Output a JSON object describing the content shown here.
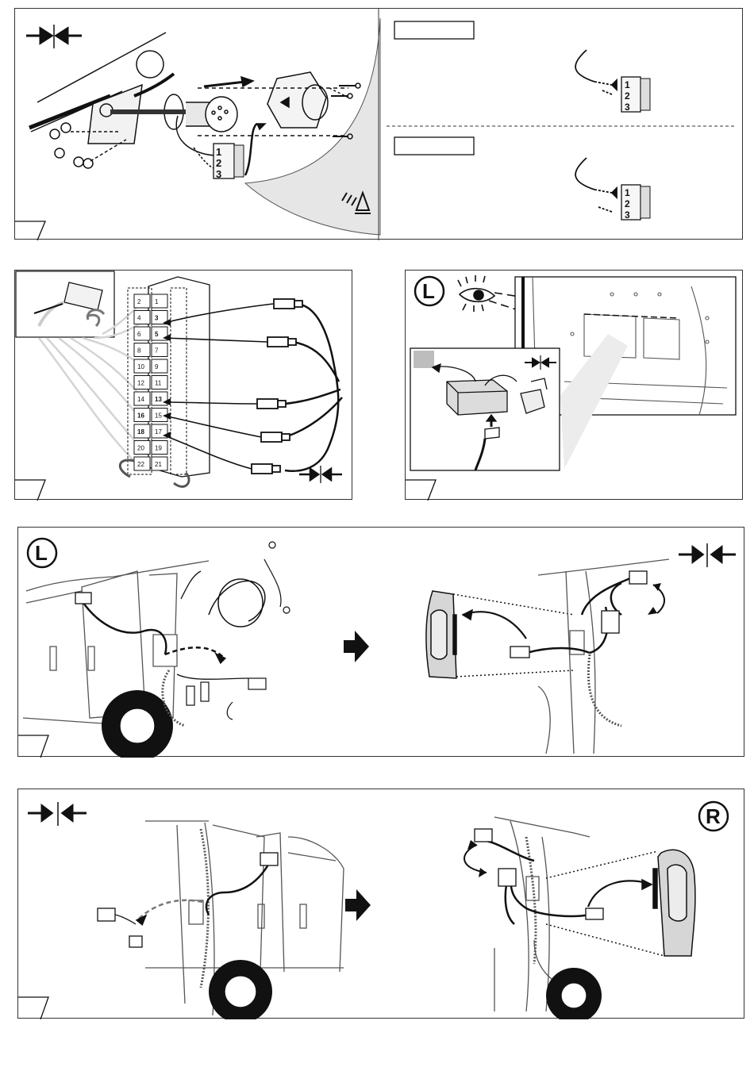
{
  "colors": {
    "line": "#111111",
    "grey_fill": "#d9d9d9",
    "light_grey": "#cfcfcf",
    "swatch": "#bdbdbd",
    "shade": "#e6e6e6"
  },
  "icons": {
    "compress": "compress-arrows-icon",
    "next_step": "next-step-arrow-icon",
    "attention": "attention-warning-icon",
    "eye": "eye-icon"
  },
  "panel1": {
    "right_labels": [
      "",
      ""
    ],
    "connector_digits": [
      "1",
      "2",
      "3"
    ]
  },
  "panel2": {
    "socket_left": [
      "2",
      "4",
      "6",
      "8",
      "10",
      "12",
      "14",
      "16",
      "18",
      "20",
      "22"
    ],
    "socket_right": [
      "1",
      "3",
      "5",
      "7",
      "9",
      "11",
      "13",
      "15",
      "17",
      "19",
      "21"
    ],
    "wired_pins": [
      "3",
      "5",
      "13",
      "16",
      "18"
    ]
  },
  "panel3": {
    "side": "L"
  },
  "panel4": {
    "side": "L"
  },
  "panel5": {
    "side": "R"
  }
}
